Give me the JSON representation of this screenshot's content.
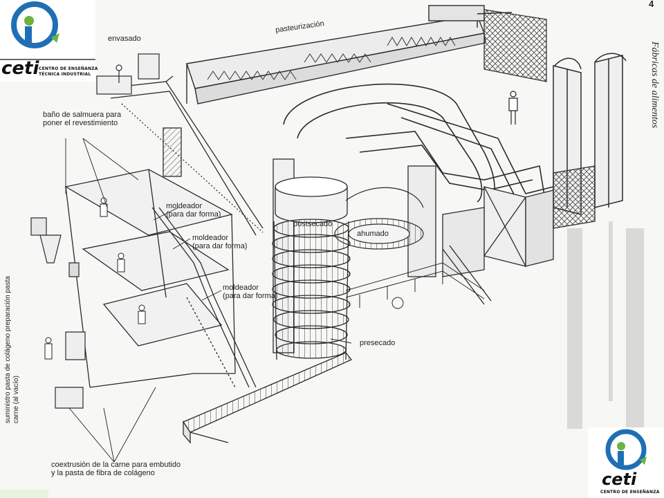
{
  "logo_top": {
    "word": "ceti",
    "line1": "CENTRO DE ENSEÑANZA",
    "line2": "TÉCNICA INDUSTRIAL"
  },
  "logo_bottom": {
    "word": "ceti",
    "line1": "CENTRO DE ENSEÑANZA"
  },
  "book_margin": {
    "page_marker": "4",
    "chapter_title": "Fábricas de alimentos"
  },
  "labels": {
    "envasado": "envasado",
    "pasteurizacion": "pasteurización",
    "salmuera": "baño de salmuera para poner el revestimiento",
    "moldeador1": "moldeador (para dar forma)",
    "moldeador2": "moldeador (para dar forma)",
    "moldeador3": "moldeador (para dar forma)",
    "postsecado": "postsecado",
    "ahumado": "ahumado",
    "presecado": "presecado",
    "suministro": "suministro pasta de colágeno preparación pasta carne (al vacío)",
    "coextrusion": "coextrusión de la carne para embutido y la pasta de fibra de colágeno"
  },
  "colors": {
    "logo_blue": "#1f6fb5",
    "logo_green": "#6cb33f",
    "ink": "#2a2a2a",
    "paper": "#f7f7f5"
  }
}
